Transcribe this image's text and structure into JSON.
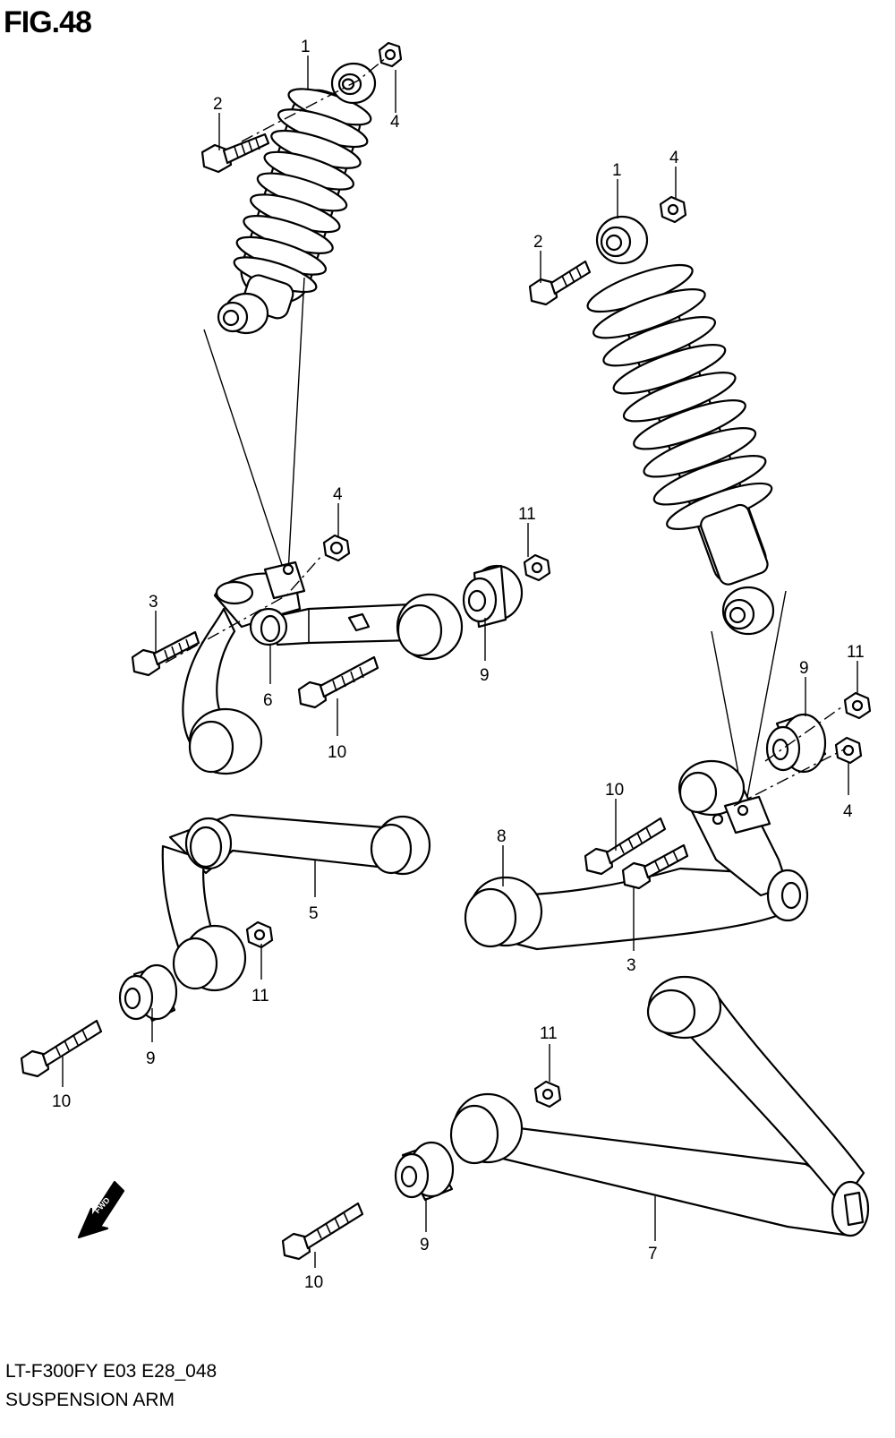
{
  "figure": {
    "title": "FIG.48",
    "model_code": "LT-F300FY E03 E28_048",
    "section_name": "SUSPENSION ARM",
    "fwd_label": "FWD"
  },
  "callouts": [
    {
      "id": "c1",
      "label": "1"
    },
    {
      "id": "c2",
      "label": "2"
    },
    {
      "id": "c3",
      "label": "4"
    },
    {
      "id": "c4",
      "label": "1"
    },
    {
      "id": "c5",
      "label": "4"
    },
    {
      "id": "c6",
      "label": "2"
    },
    {
      "id": "c7",
      "label": "4"
    },
    {
      "id": "c8",
      "label": "11"
    },
    {
      "id": "c9",
      "label": "3"
    },
    {
      "id": "c10",
      "label": "6"
    },
    {
      "id": "c11",
      "label": "9"
    },
    {
      "id": "c12",
      "label": "10"
    },
    {
      "id": "c13",
      "label": "11"
    },
    {
      "id": "c14",
      "label": "9"
    },
    {
      "id": "c15",
      "label": "4"
    },
    {
      "id": "c16",
      "label": "10"
    },
    {
      "id": "c17",
      "label": "8"
    },
    {
      "id": "c18",
      "label": "3"
    },
    {
      "id": "c19",
      "label": "5"
    },
    {
      "id": "c20",
      "label": "11"
    },
    {
      "id": "c21",
      "label": "9"
    },
    {
      "id": "c22",
      "label": "10"
    },
    {
      "id": "c23",
      "label": "11"
    },
    {
      "id": "c24",
      "label": "9"
    },
    {
      "id": "c25",
      "label": "7"
    },
    {
      "id": "c26",
      "label": "10"
    }
  ]
}
